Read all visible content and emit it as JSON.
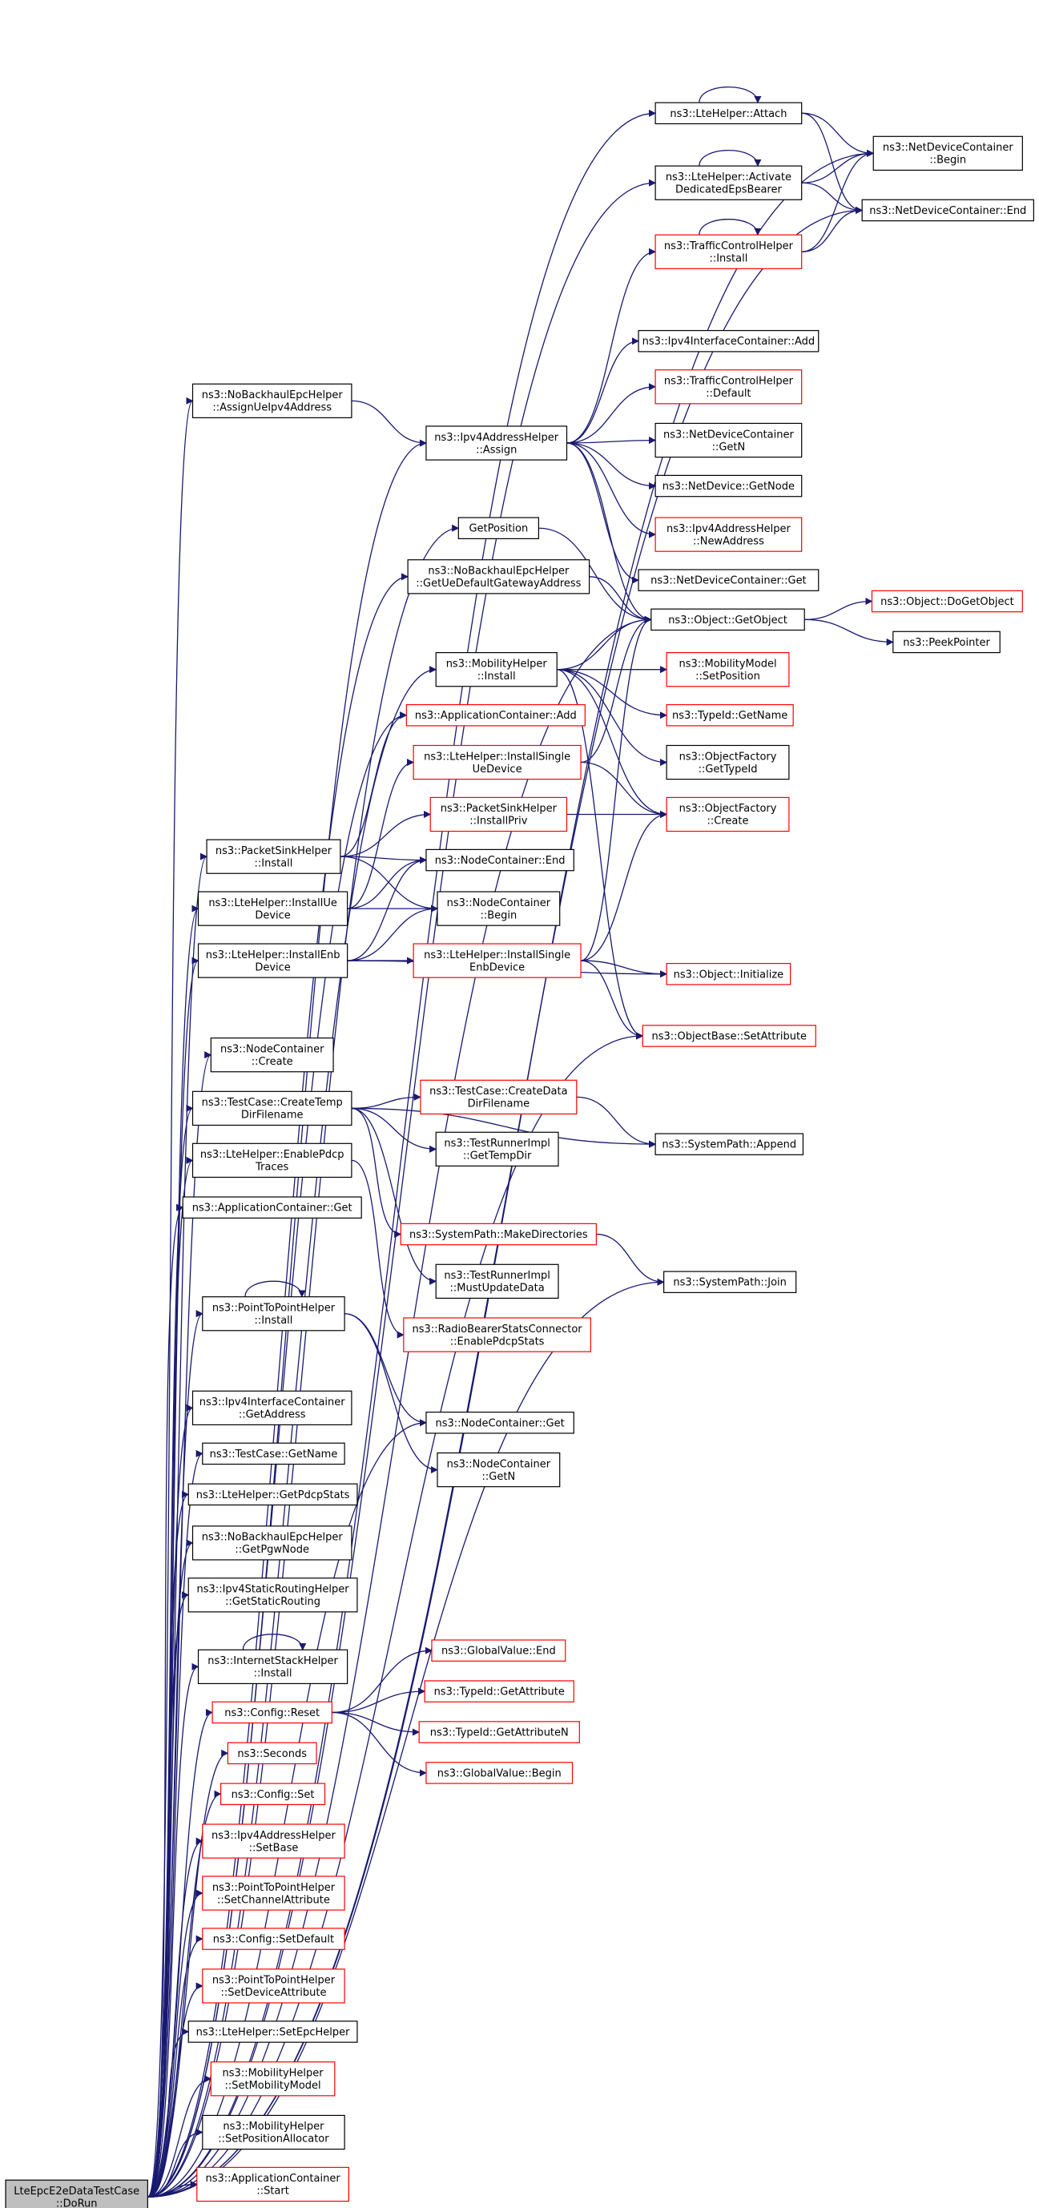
{
  "colors": {
    "edge": "#191970",
    "border_normal": "#000000",
    "border_truncated": "#ff0000",
    "root_fill": "#bfbfbf",
    "node_fill": "#ffffff"
  },
  "nodes": [
    {
      "id": "root",
      "lines": [
        "LteEpcE2eDataTestCase",
        "::DoRun"
      ],
      "style": "root"
    },
    {
      "id": "attach",
      "lines": [
        "ns3::LteHelper::Attach"
      ],
      "style": "normal"
    },
    {
      "id": "activate",
      "lines": [
        "ns3::LteHelper::Activate",
        "DedicatedEpsBearer"
      ],
      "style": "normal"
    },
    {
      "id": "ndc_begin",
      "lines": [
        "ns3::NetDeviceContainer",
        "::Begin"
      ],
      "style": "normal"
    },
    {
      "id": "ndc_end",
      "lines": [
        "ns3::NetDeviceContainer::End"
      ],
      "style": "normal"
    },
    {
      "id": "tch_install",
      "lines": [
        "ns3::TrafficControlHelper",
        "::Install"
      ],
      "style": "red"
    },
    {
      "id": "ipv4ic_add",
      "lines": [
        "ns3::Ipv4InterfaceContainer::Add"
      ],
      "style": "normal"
    },
    {
      "id": "tch_default",
      "lines": [
        "ns3::TrafficControlHelper",
        "::Default"
      ],
      "style": "red"
    },
    {
      "id": "nbeh_assign",
      "lines": [
        "ns3::NoBackhaulEpcHelper",
        "::AssignUeIpv4Address"
      ],
      "style": "normal"
    },
    {
      "id": "ipv4ah_assign",
      "lines": [
        "ns3::Ipv4AddressHelper",
        "::Assign"
      ],
      "style": "normal"
    },
    {
      "id": "ndc_getn",
      "lines": [
        "ns3::NetDeviceContainer",
        "::GetN"
      ],
      "style": "normal"
    },
    {
      "id": "nd_getnode",
      "lines": [
        "ns3::NetDevice::GetNode"
      ],
      "style": "normal"
    },
    {
      "id": "ipv4ah_newaddr",
      "lines": [
        "ns3::Ipv4AddressHelper",
        "::NewAddress"
      ],
      "style": "red"
    },
    {
      "id": "getposition",
      "lines": [
        "GetPosition"
      ],
      "style": "normal"
    },
    {
      "id": "ndc_get",
      "lines": [
        "ns3::NetDeviceContainer::Get"
      ],
      "style": "normal"
    },
    {
      "id": "nbeh_gw",
      "lines": [
        "ns3::NoBackhaulEpcHelper",
        "::GetUeDefaultGatewayAddress"
      ],
      "style": "normal"
    },
    {
      "id": "obj_getobject",
      "lines": [
        "ns3::Object::GetObject"
      ],
      "style": "normal"
    },
    {
      "id": "obj_dogetobject",
      "lines": [
        "ns3::Object::DoGetObject"
      ],
      "style": "red"
    },
    {
      "id": "peekpointer",
      "lines": [
        "ns3::PeekPointer"
      ],
      "style": "normal"
    },
    {
      "id": "mh_install",
      "lines": [
        "ns3::MobilityHelper",
        "::Install"
      ],
      "style": "normal"
    },
    {
      "id": "mm_setpos",
      "lines": [
        "ns3::MobilityModel",
        "::SetPosition"
      ],
      "style": "red"
    },
    {
      "id": "typeid_getname",
      "lines": [
        "ns3::TypeId::GetName"
      ],
      "style": "red"
    },
    {
      "id": "appc_add",
      "lines": [
        "ns3::ApplicationContainer::Add"
      ],
      "style": "red"
    },
    {
      "id": "of_gettypeid",
      "lines": [
        "ns3::ObjectFactory",
        "::GetTypeId"
      ],
      "style": "normal"
    },
    {
      "id": "lte_installsingleue",
      "lines": [
        "ns3::LteHelper::InstallSingle",
        "UeDevice"
      ],
      "style": "red"
    },
    {
      "id": "of_create",
      "lines": [
        "ns3::ObjectFactory",
        "::Create"
      ],
      "style": "red"
    },
    {
      "id": "psh_installpriv",
      "lines": [
        "ns3::PacketSinkHelper",
        "::InstallPriv"
      ],
      "style": "red"
    },
    {
      "id": "psh_install",
      "lines": [
        "ns3::PacketSinkHelper",
        "::Install"
      ],
      "style": "normal"
    },
    {
      "id": "nc_end",
      "lines": [
        "ns3::NodeContainer::End"
      ],
      "style": "normal"
    },
    {
      "id": "lte_installue",
      "lines": [
        "ns3::LteHelper::InstallUe",
        "Device"
      ],
      "style": "normal"
    },
    {
      "id": "nc_begin",
      "lines": [
        "ns3::NodeContainer",
        "::Begin"
      ],
      "style": "normal"
    },
    {
      "id": "lte_installenb",
      "lines": [
        "ns3::LteHelper::InstallEnb",
        "Device"
      ],
      "style": "normal"
    },
    {
      "id": "lte_installsingleenb",
      "lines": [
        "ns3::LteHelper::InstallSingle",
        "EnbDevice"
      ],
      "style": "red"
    },
    {
      "id": "obj_initialize",
      "lines": [
        "ns3::Object::Initialize"
      ],
      "style": "red"
    },
    {
      "id": "objbase_setattr",
      "lines": [
        "ns3::ObjectBase::SetAttribute"
      ],
      "style": "red"
    },
    {
      "id": "nc_create",
      "lines": [
        "ns3::NodeContainer",
        "::Create"
      ],
      "style": "normal"
    },
    {
      "id": "tc_createtemp",
      "lines": [
        "ns3::TestCase::CreateTemp",
        "DirFilename"
      ],
      "style": "normal"
    },
    {
      "id": "tc_createdata",
      "lines": [
        "ns3::TestCase::CreateData",
        "DirFilename"
      ],
      "style": "red"
    },
    {
      "id": "tri_gettempdir",
      "lines": [
        "ns3::TestRunnerImpl",
        "::GetTempDir"
      ],
      "style": "normal"
    },
    {
      "id": "sp_append",
      "lines": [
        "ns3::SystemPath::Append"
      ],
      "style": "normal"
    },
    {
      "id": "lte_enablepdcp",
      "lines": [
        "ns3::LteHelper::EnablePdcp",
        "Traces"
      ],
      "style": "normal"
    },
    {
      "id": "appc_get",
      "lines": [
        "ns3::ApplicationContainer::Get"
      ],
      "style": "normal"
    },
    {
      "id": "sp_makedirs",
      "lines": [
        "ns3::SystemPath::MakeDirectories"
      ],
      "style": "red"
    },
    {
      "id": "tri_mustupdate",
      "lines": [
        "ns3::TestRunnerImpl",
        "::MustUpdateData"
      ],
      "style": "normal"
    },
    {
      "id": "sp_join",
      "lines": [
        "ns3::SystemPath::Join"
      ],
      "style": "normal"
    },
    {
      "id": "p2p_install",
      "lines": [
        "ns3::PointToPointHelper",
        "::Install"
      ],
      "style": "normal"
    },
    {
      "id": "rbsc_enablepdcp",
      "lines": [
        "ns3::RadioBearerStatsConnector",
        "::EnablePdcpStats"
      ],
      "style": "red"
    },
    {
      "id": "nc_get",
      "lines": [
        "ns3::NodeContainer::Get"
      ],
      "style": "normal"
    },
    {
      "id": "ipv4ic_getaddr",
      "lines": [
        "ns3::Ipv4InterfaceContainer",
        "::GetAddress"
      ],
      "style": "normal"
    },
    {
      "id": "nc_getn",
      "lines": [
        "ns3::NodeContainer",
        "::GetN"
      ],
      "style": "normal"
    },
    {
      "id": "tc_getname",
      "lines": [
        "ns3::TestCase::GetName"
      ],
      "style": "normal"
    },
    {
      "id": "lte_getpdcpstats",
      "lines": [
        "ns3::LteHelper::GetPdcpStats"
      ],
      "style": "normal"
    },
    {
      "id": "nbeh_getpgw",
      "lines": [
        "ns3::NoBackhaulEpcHelper",
        "::GetPgwNode"
      ],
      "style": "normal"
    },
    {
      "id": "ipv4srh_getstatic",
      "lines": [
        "ns3::Ipv4StaticRoutingHelper",
        "::GetStaticRouting"
      ],
      "style": "normal"
    },
    {
      "id": "ish_install",
      "lines": [
        "ns3::InternetStackHelper",
        "::Install"
      ],
      "style": "normal"
    },
    {
      "id": "gv_end",
      "lines": [
        "ns3::GlobalValue::End"
      ],
      "style": "red"
    },
    {
      "id": "typeid_getattr",
      "lines": [
        "ns3::TypeId::GetAttribute"
      ],
      "style": "red"
    },
    {
      "id": "config_reset",
      "lines": [
        "ns3::Config::Reset"
      ],
      "style": "red"
    },
    {
      "id": "typeid_getattrn",
      "lines": [
        "ns3::TypeId::GetAttributeN"
      ],
      "style": "red"
    },
    {
      "id": "gv_begin",
      "lines": [
        "ns3::GlobalValue::Begin"
      ],
      "style": "red"
    },
    {
      "id": "seconds",
      "lines": [
        "ns3::Seconds"
      ],
      "style": "red"
    },
    {
      "id": "config_set",
      "lines": [
        "ns3::Config::Set"
      ],
      "style": "red"
    },
    {
      "id": "ipv4ah_setbase",
      "lines": [
        "ns3::Ipv4AddressHelper",
        "::SetBase"
      ],
      "style": "red"
    },
    {
      "id": "p2p_setchannel",
      "lines": [
        "ns3::PointToPointHelper",
        "::SetChannelAttribute"
      ],
      "style": "red"
    },
    {
      "id": "config_setdefault",
      "lines": [
        "ns3::Config::SetDefault"
      ],
      "style": "red"
    },
    {
      "id": "p2p_setdevice",
      "lines": [
        "ns3::PointToPointHelper",
        "::SetDeviceAttribute"
      ],
      "style": "red"
    },
    {
      "id": "lte_setepc",
      "lines": [
        "ns3::LteHelper::SetEpcHelper"
      ],
      "style": "normal"
    },
    {
      "id": "mh_setmobility",
      "lines": [
        "ns3::MobilityHelper",
        "::SetMobilityModel"
      ],
      "style": "red"
    },
    {
      "id": "mh_setposalloc",
      "lines": [
        "ns3::MobilityHelper",
        "::SetPositionAllocator"
      ],
      "style": "normal"
    },
    {
      "id": "appc_start",
      "lines": [
        "ns3::ApplicationContainer",
        "::Start"
      ],
      "style": "red"
    }
  ],
  "edges": [
    [
      "root",
      "attach"
    ],
    [
      "root",
      "activate"
    ],
    [
      "root",
      "ndc_begin"
    ],
    [
      "root",
      "ndc_end"
    ],
    [
      "root",
      "nbeh_assign"
    ],
    [
      "root",
      "ipv4ah_assign"
    ],
    [
      "root",
      "getposition"
    ],
    [
      "root",
      "nbeh_gw"
    ],
    [
      "root",
      "obj_getobject"
    ],
    [
      "root",
      "mh_install"
    ],
    [
      "root",
      "appc_add"
    ],
    [
      "root",
      "psh_install"
    ],
    [
      "root",
      "lte_installue"
    ],
    [
      "root",
      "lte_installenb"
    ],
    [
      "root",
      "objbase_setattr"
    ],
    [
      "root",
      "nc_create"
    ],
    [
      "root",
      "tc_createtemp"
    ],
    [
      "root",
      "lte_enablepdcp"
    ],
    [
      "root",
      "appc_get"
    ],
    [
      "root",
      "sp_join"
    ],
    [
      "root",
      "p2p_install"
    ],
    [
      "root",
      "nc_get"
    ],
    [
      "root",
      "ipv4ic_getaddr"
    ],
    [
      "root",
      "tc_getname"
    ],
    [
      "root",
      "lte_getpdcpstats"
    ],
    [
      "root",
      "nbeh_getpgw"
    ],
    [
      "root",
      "ipv4srh_getstatic"
    ],
    [
      "root",
      "ish_install"
    ],
    [
      "root",
      "config_reset"
    ],
    [
      "root",
      "seconds"
    ],
    [
      "root",
      "config_set"
    ],
    [
      "root",
      "ipv4ah_setbase"
    ],
    [
      "root",
      "p2p_setchannel"
    ],
    [
      "root",
      "config_setdefault"
    ],
    [
      "root",
      "p2p_setdevice"
    ],
    [
      "root",
      "lte_setepc"
    ],
    [
      "root",
      "mh_setmobility"
    ],
    [
      "root",
      "mh_setposalloc"
    ],
    [
      "root",
      "appc_start"
    ],
    [
      "attach",
      "attach"
    ],
    [
      "attach",
      "ndc_begin"
    ],
    [
      "attach",
      "ndc_end"
    ],
    [
      "activate",
      "activate"
    ],
    [
      "activate",
      "ndc_begin"
    ],
    [
      "activate",
      "ndc_end"
    ],
    [
      "tch_install",
      "tch_install"
    ],
    [
      "tch_install",
      "ndc_begin"
    ],
    [
      "tch_install",
      "ndc_end"
    ],
    [
      "nbeh_assign",
      "ipv4ah_assign"
    ],
    [
      "ipv4ah_assign",
      "tch_install"
    ],
    [
      "ipv4ah_assign",
      "ipv4ic_add"
    ],
    [
      "ipv4ah_assign",
      "tch_default"
    ],
    [
      "ipv4ah_assign",
      "ndc_getn"
    ],
    [
      "ipv4ah_assign",
      "nd_getnode"
    ],
    [
      "ipv4ah_assign",
      "ipv4ah_newaddr"
    ],
    [
      "ipv4ah_assign",
      "ndc_get"
    ],
    [
      "ipv4ah_assign",
      "obj_getobject"
    ],
    [
      "getposition",
      "obj_getobject"
    ],
    [
      "nbeh_gw",
      "obj_getobject"
    ],
    [
      "obj_getobject",
      "obj_dogetobject"
    ],
    [
      "obj_getobject",
      "peekpointer"
    ],
    [
      "mh_install",
      "obj_getobject"
    ],
    [
      "mh_install",
      "mm_setpos"
    ],
    [
      "mh_install",
      "typeid_getname"
    ],
    [
      "mh_install",
      "of_gettypeid"
    ],
    [
      "mh_install",
      "of_create"
    ],
    [
      "mh_install",
      "objbase_setattr"
    ],
    [
      "lte_installsingleue",
      "obj_getobject"
    ],
    [
      "lte_installsingleue",
      "of_create"
    ],
    [
      "psh_installpriv",
      "of_create"
    ],
    [
      "psh_install",
      "appc_add"
    ],
    [
      "psh_install",
      "psh_installpriv"
    ],
    [
      "psh_install",
      "nc_end"
    ],
    [
      "psh_install",
      "nc_begin"
    ],
    [
      "lte_installue",
      "lte_installsingleue"
    ],
    [
      "lte_installue",
      "nc_end"
    ],
    [
      "lte_installue",
      "nc_begin"
    ],
    [
      "lte_installenb",
      "lte_installsingleenb"
    ],
    [
      "lte_installenb",
      "nc_end"
    ],
    [
      "lte_installenb",
      "nc_begin"
    ],
    [
      "lte_installenb",
      "obj_initialize"
    ],
    [
      "lte_installsingleenb",
      "obj_getobject"
    ],
    [
      "lte_installsingleenb",
      "of_create"
    ],
    [
      "lte_installsingleenb",
      "obj_initialize"
    ],
    [
      "lte_installsingleenb",
      "objbase_setattr"
    ],
    [
      "tc_createtemp",
      "tc_createdata"
    ],
    [
      "tc_createtemp",
      "tri_gettempdir"
    ],
    [
      "tc_createtemp",
      "sp_append"
    ],
    [
      "tc_createtemp",
      "sp_makedirs"
    ],
    [
      "tc_createtemp",
      "tri_mustupdate"
    ],
    [
      "tc_createdata",
      "sp_append"
    ],
    [
      "lte_enablepdcp",
      "rbsc_enablepdcp"
    ],
    [
      "sp_makedirs",
      "sp_join"
    ],
    [
      "p2p_install",
      "p2p_install"
    ],
    [
      "p2p_install",
      "nc_get"
    ],
    [
      "p2p_install",
      "nc_getn"
    ],
    [
      "ish_install",
      "ish_install"
    ],
    [
      "config_reset",
      "gv_end"
    ],
    [
      "config_reset",
      "typeid_getattr"
    ],
    [
      "config_reset",
      "typeid_getattrn"
    ],
    [
      "config_reset",
      "gv_begin"
    ]
  ]
}
